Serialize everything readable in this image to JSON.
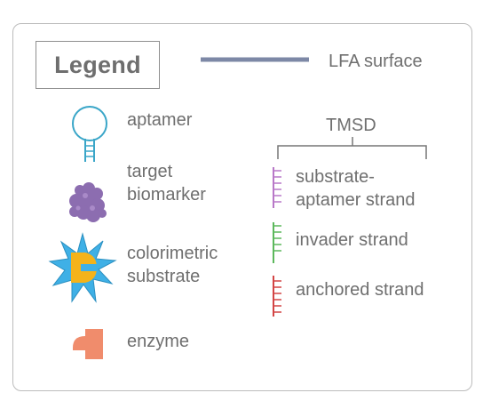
{
  "legend": {
    "title": "Legend"
  },
  "lfa": {
    "label": "LFA surface",
    "color": "#7d88a6"
  },
  "items": {
    "aptamer": {
      "label": "aptamer",
      "color": "#3aa6c8"
    },
    "target": {
      "line1": "target",
      "line2": "biomarker",
      "color": "#8c6db0"
    },
    "substrate": {
      "line1": "colorimetric",
      "line2": "substrate",
      "star_color": "#3fb0e6",
      "inner_color": "#f4b31a"
    },
    "enzyme": {
      "label": "enzyme",
      "color": "#f08c6c"
    }
  },
  "tmsd": {
    "title": "TMSD",
    "strands": [
      {
        "line1": "substrate-",
        "line2": "aptamer strand",
        "color": "#b878c8"
      },
      {
        "label": "invader strand",
        "color": "#5cb85c"
      },
      {
        "label": "anchored strand",
        "color": "#d34545"
      }
    ]
  }
}
